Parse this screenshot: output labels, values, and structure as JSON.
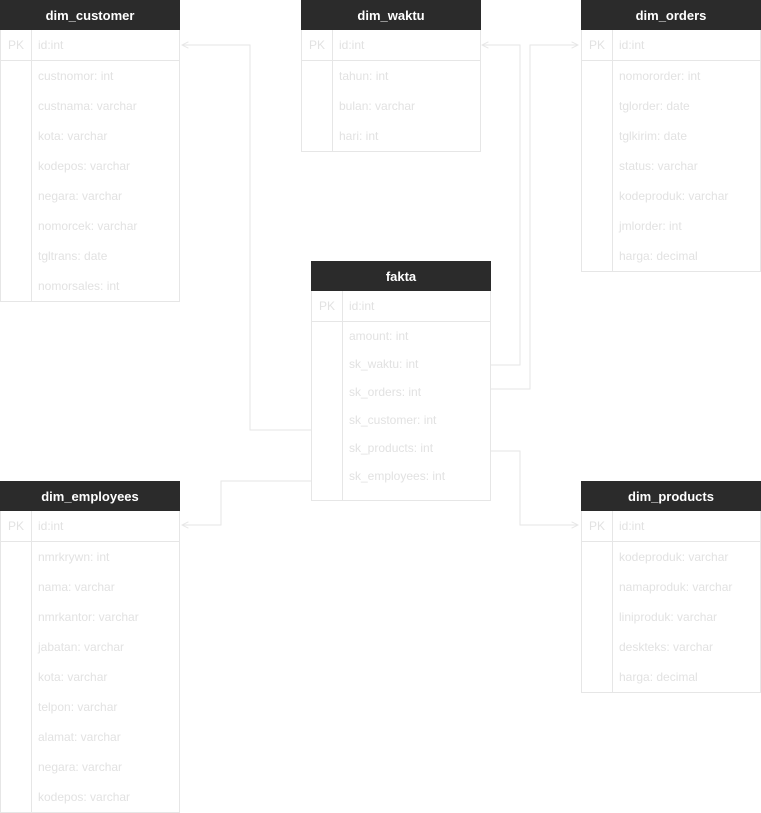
{
  "colors": {
    "header": "#2b2b2b",
    "header_text": "#ffffff",
    "line": "#e6e6e6",
    "text": "#e2e2e2"
  },
  "tables": {
    "dim_customer": {
      "title": "dim_customer",
      "pk": {
        "key": "PK",
        "field": "id:int"
      },
      "fields": [
        "custnomor: int",
        "custnama: varchar",
        "kota: varchar",
        "kodepos: varchar",
        "negara: varchar",
        "nomorcek: varchar",
        "tgltrans: date",
        "nomorsales: int"
      ]
    },
    "dim_waktu": {
      "title": "dim_waktu",
      "pk": {
        "key": "PK",
        "field": "id:int"
      },
      "fields": [
        "tahun: int",
        "bulan: varchar",
        "hari: int"
      ]
    },
    "dim_orders": {
      "title": "dim_orders",
      "pk": {
        "key": "PK",
        "field": "id:int"
      },
      "fields": [
        "nomororder: int",
        "tglorder: date",
        "tglkirim: date",
        "status: varchar",
        "kodeproduk: varchar",
        "jmlorder: int",
        "harga: decimal"
      ]
    },
    "fakta": {
      "title": "fakta",
      "pk": {
        "key": "PK",
        "field": "id:int"
      },
      "fields": [
        "amount: int",
        "sk_waktu: int",
        "sk_orders: int",
        "sk_customer: int",
        "sk_products: int",
        "sk_employees: int"
      ]
    },
    "dim_employees": {
      "title": "dim_employees",
      "pk": {
        "key": "PK",
        "field": "id:int"
      },
      "fields": [
        "nmrkrywn: int",
        "nama: varchar",
        "nmrkantor: varchar",
        "jabatan: varchar",
        "kota: varchar",
        "telpon: varchar",
        "alamat: varchar",
        "negara: varchar",
        "kodepos: varchar"
      ]
    },
    "dim_products": {
      "title": "dim_products",
      "pk": {
        "key": "PK",
        "field": "id:int"
      },
      "fields": [
        "kodeproduk: varchar",
        "namaproduk: varchar",
        "liniproduk: varchar",
        "deskteks: varchar",
        "harga: decimal"
      ]
    }
  }
}
